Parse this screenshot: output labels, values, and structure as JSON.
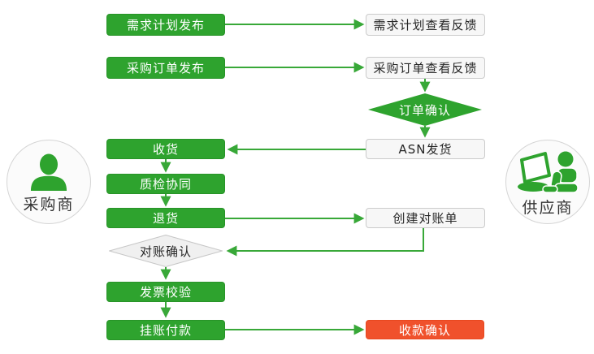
{
  "colors": {
    "process_green": "#2EA32E",
    "process_green_border": "#289328",
    "arrow_green": "#38A838",
    "highlight_red": "#F0512C",
    "feedback_gray_fill": "#F7F7F7",
    "feedback_gray_border": "#CBCBCB",
    "decision_gray_fill": "#F0F0F0",
    "decision_gray_border": "#C6C6C6",
    "actor_circle_fill": "#FBFBFB",
    "actor_circle_border": "#D5D5D5"
  },
  "actors": {
    "buyer": {
      "label": "采购商",
      "icon": "person-icon"
    },
    "supplier": {
      "label": "供应商",
      "icon": "person-computer-icon"
    }
  },
  "nodes": {
    "demand_plan_publish": {
      "label": "需求计划发布",
      "type": "process",
      "actor": "buyer"
    },
    "po_publish": {
      "label": "采购订单发布",
      "type": "process",
      "actor": "buyer"
    },
    "receive_goods": {
      "label": "收货",
      "type": "process",
      "actor": "buyer"
    },
    "quality_collab": {
      "label": "质检协同",
      "type": "process",
      "actor": "buyer"
    },
    "return_goods": {
      "label": "退货",
      "type": "process",
      "actor": "buyer"
    },
    "reconcile_confirm": {
      "label": "对账确认",
      "type": "decision",
      "actor": "buyer"
    },
    "invoice_check": {
      "label": "发票校验",
      "type": "process",
      "actor": "buyer"
    },
    "book_payment": {
      "label": "挂账付款",
      "type": "process",
      "actor": "buyer"
    },
    "demand_plan_feedback": {
      "label": "需求计划查看反馈",
      "type": "feedback",
      "actor": "supplier"
    },
    "po_feedback": {
      "label": "采购订单查看反馈",
      "type": "feedback",
      "actor": "supplier"
    },
    "order_confirm": {
      "label": "订单确认",
      "type": "decision",
      "actor": "supplier"
    },
    "asn_ship": {
      "label": "ASN发货",
      "type": "feedback",
      "actor": "supplier"
    },
    "create_statement": {
      "label": "创建对账单",
      "type": "feedback",
      "actor": "supplier"
    },
    "receipt_confirm": {
      "label": "收款确认",
      "type": "highlight",
      "actor": "supplier"
    }
  },
  "edges": [
    {
      "from": "demand_plan_publish",
      "to": "demand_plan_feedback"
    },
    {
      "from": "po_publish",
      "to": "po_feedback"
    },
    {
      "from": "po_feedback",
      "to": "order_confirm"
    },
    {
      "from": "order_confirm",
      "to": "asn_ship"
    },
    {
      "from": "asn_ship",
      "to": "receive_goods"
    },
    {
      "from": "receive_goods",
      "to": "quality_collab"
    },
    {
      "from": "quality_collab",
      "to": "return_goods"
    },
    {
      "from": "return_goods",
      "to": "create_statement"
    },
    {
      "from": "create_statement",
      "to": "reconcile_confirm"
    },
    {
      "from": "reconcile_confirm",
      "to": "invoice_check"
    },
    {
      "from": "invoice_check",
      "to": "book_payment"
    },
    {
      "from": "book_payment",
      "to": "receipt_confirm"
    }
  ]
}
